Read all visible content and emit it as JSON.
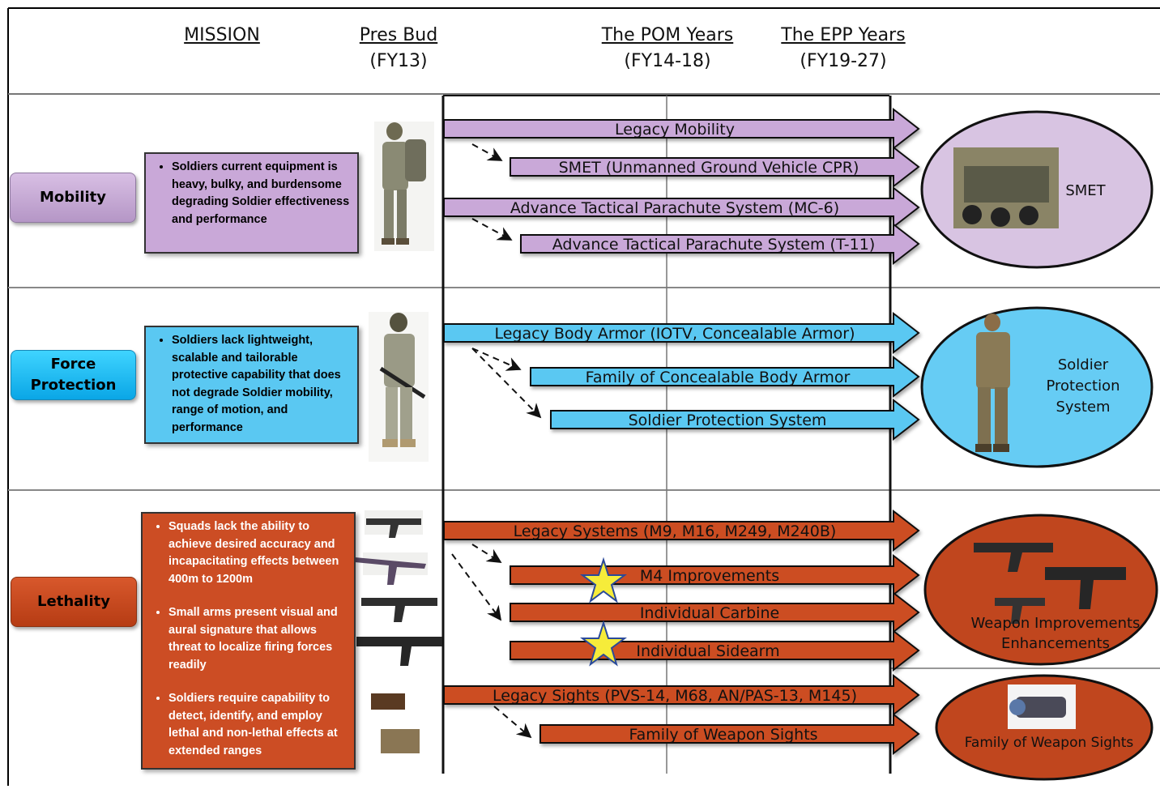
{
  "headers": {
    "mission": "MISSION",
    "pres_bud": {
      "title": "Pres Bud",
      "sub": "(FY13)"
    },
    "pom": {
      "title": "The POM Years",
      "sub": "(FY14-18)"
    },
    "epp": {
      "title": "The EPP Years",
      "sub": "(FY19-27)"
    }
  },
  "mobility": {
    "label": "Mobility",
    "bullets": [
      "Soldiers current equipment is heavy, bulky, and burdensome degrading Soldier effectiveness and performance"
    ],
    "bars": [
      "Legacy Mobility",
      "SMET (Unmanned Ground Vehicle CPR)",
      "Advance Tactical Parachute System (MC-6)",
      "Advance Tactical Parachute System (T-11)"
    ],
    "oval": "SMET"
  },
  "force_protection": {
    "label_line1": "Force",
    "label_line2": "Protection",
    "bullets": [
      "Soldiers lack lightweight, scalable and tailorable protective capability that does not degrade Soldier mobility, range of motion, and performance"
    ],
    "bars": [
      "Legacy Body Armor (IOTV, Concealable Armor)",
      "Family of Concealable Body Armor",
      "Soldier Protection System"
    ],
    "oval_line1": "Soldier",
    "oval_line2": "Protection",
    "oval_line3": "System"
  },
  "lethality": {
    "label": "Lethality",
    "bullets": [
      "Squads lack the ability to achieve desired accuracy and incapacitating effects between 400m  to 1200m",
      "Small arms present visual and aural signature that allows threat to localize firing forces readily",
      "Soldiers require capability to detect, identify, and employ lethal and non-lethal effects at extended ranges"
    ],
    "bars": [
      "Legacy Systems (M9, M16, M249, M240B)",
      "M4 Improvements",
      "Individual Carbine",
      "Individual Sidearm",
      "Legacy Sights (PVS-14, M68, AN/PAS-13, M145)",
      "Family of Weapon Sights"
    ],
    "oval1_line1": "Weapon Improvements",
    "oval1_line2": "Enhancements",
    "oval2": "Family of Weapon Sights"
  },
  "colors": {
    "mobility": "#c9a8d8",
    "mobility_oval": "#d8c4e2",
    "protection": "#5ac8f2",
    "protection_oval": "#66ccf4",
    "lethality": "#cc4d24",
    "lethality_oval": "#c0461e",
    "star": "#f6ec3a"
  }
}
